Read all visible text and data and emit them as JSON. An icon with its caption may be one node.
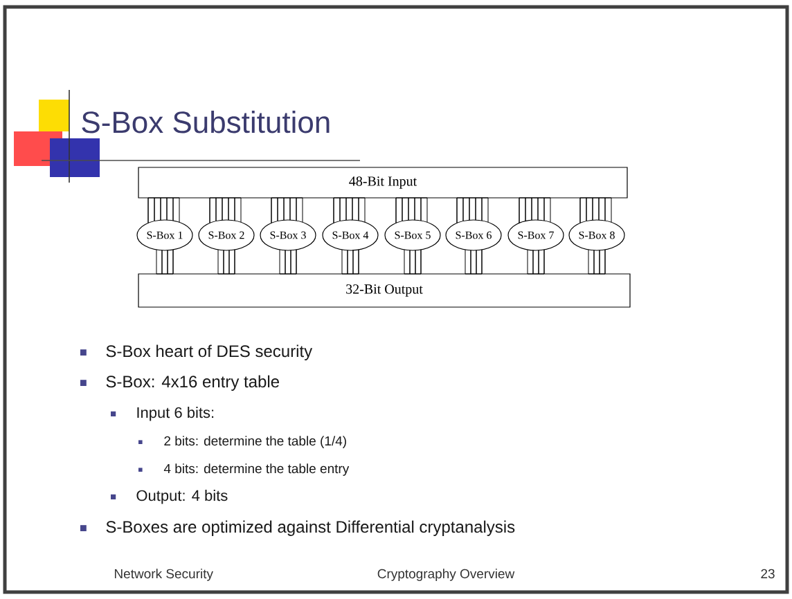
{
  "diagram": {
    "title": "S-Box Substitution",
    "nodes": [
      {
        "text": [
          "48-Bit Input"
        ]
      },
      {
        "text": [
          "S-Box 1"
        ]
      },
      {
        "text": [
          "S-Box 2"
        ]
      },
      {
        "text": [
          "S-Box 3"
        ]
      },
      {
        "text": [
          "S-Box 4"
        ]
      },
      {
        "text": [
          "S-Box 5"
        ]
      },
      {
        "text": [
          "S-Box 6"
        ]
      },
      {
        "text": [
          "S-Box 7"
        ]
      },
      {
        "text": [
          "S-Box 8"
        ]
      },
      {
        "text": [
          "32-Bit Output"
        ]
      }
    ],
    "edges": [
      {
        "from": 0,
        "to": 1,
        "arrow": "none"
      },
      {
        "from": 0,
        "to": 2,
        "arrow": "none"
      },
      {
        "from": 0,
        "to": 3,
        "arrow": "none"
      },
      {
        "from": 0,
        "to": 4,
        "arrow": "none"
      },
      {
        "from": 0,
        "to": 5,
        "arrow": "none"
      },
      {
        "from": 0,
        "to": 6,
        "arrow": "none"
      },
      {
        "from": 0,
        "to": 7,
        "arrow": "none"
      },
      {
        "from": 0,
        "to": 8,
        "arrow": "none"
      },
      {
        "from": 1,
        "to": 9,
        "arrow": "none"
      },
      {
        "from": 2,
        "to": 9,
        "arrow": "none"
      },
      {
        "from": 3,
        "to": 9,
        "arrow": "none"
      },
      {
        "from": 4,
        "to": 9,
        "arrow": "none"
      },
      {
        "from": 5,
        "to": 9,
        "arrow": "none"
      },
      {
        "from": 6,
        "to": 9,
        "arrow": "none"
      },
      {
        "from": 7,
        "to": 9,
        "arrow": "none"
      },
      {
        "from": 8,
        "to": 9,
        "arrow": "none"
      }
    ],
    "labels": [
      "S-Box heart of DES security",
      "S-Box: 4x16 entry table",
      "Input 6 bits:",
      "2 bits: determine the table (1/4)",
      "4 bits: determine the table entry",
      "Output: 4 bits",
      "S-Boxes are optimized against Differential cryptanalysis",
      "Network Security",
      "Cryptography Overview",
      "23"
    ]
  }
}
